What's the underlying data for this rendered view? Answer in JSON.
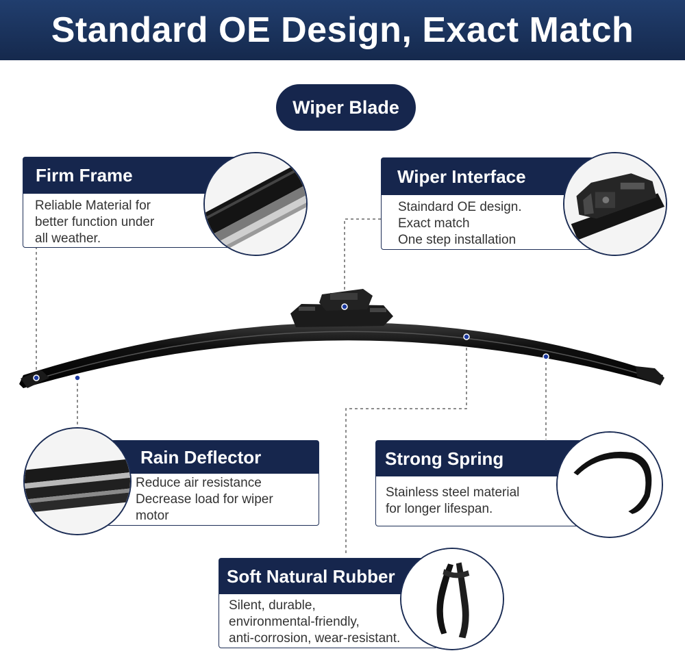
{
  "banner": {
    "title": "Standard OE Design, Exact Match"
  },
  "center_label": "Wiper Blade",
  "features": {
    "firm_frame": {
      "title": "Firm Frame",
      "lines": [
        "Reliable Material for",
        "better function under",
        "all weather."
      ],
      "icon": "frame-closeup-icon"
    },
    "wiper_interface": {
      "title": "Wiper Interface",
      "lines": [
        "Staindard OE design.",
        "Exact match",
        "One step installation"
      ],
      "icon": "adapter-closeup-icon"
    },
    "rain_deflector": {
      "title": "Rain Deflector",
      "lines": [
        "Reduce air resistance",
        "Decrease load for wiper",
        "motor"
      ],
      "icon": "deflector-closeup-icon"
    },
    "strong_spring": {
      "title": "Strong Spring",
      "lines": [
        "Stainless steel material",
        "for longer lifespan."
      ],
      "icon": "spring-wire-icon"
    },
    "soft_rubber": {
      "title": "Soft Natural Rubber",
      "lines": [
        "Silent, durable,",
        "environmental-friendly,",
        "anti-corrosion, wear-resistant."
      ],
      "icon": "rubber-strip-icon"
    }
  },
  "colors": {
    "banner": "#1a3360",
    "navy": "#16264d",
    "text": "#333333",
    "blade": "#0e0e0e"
  }
}
